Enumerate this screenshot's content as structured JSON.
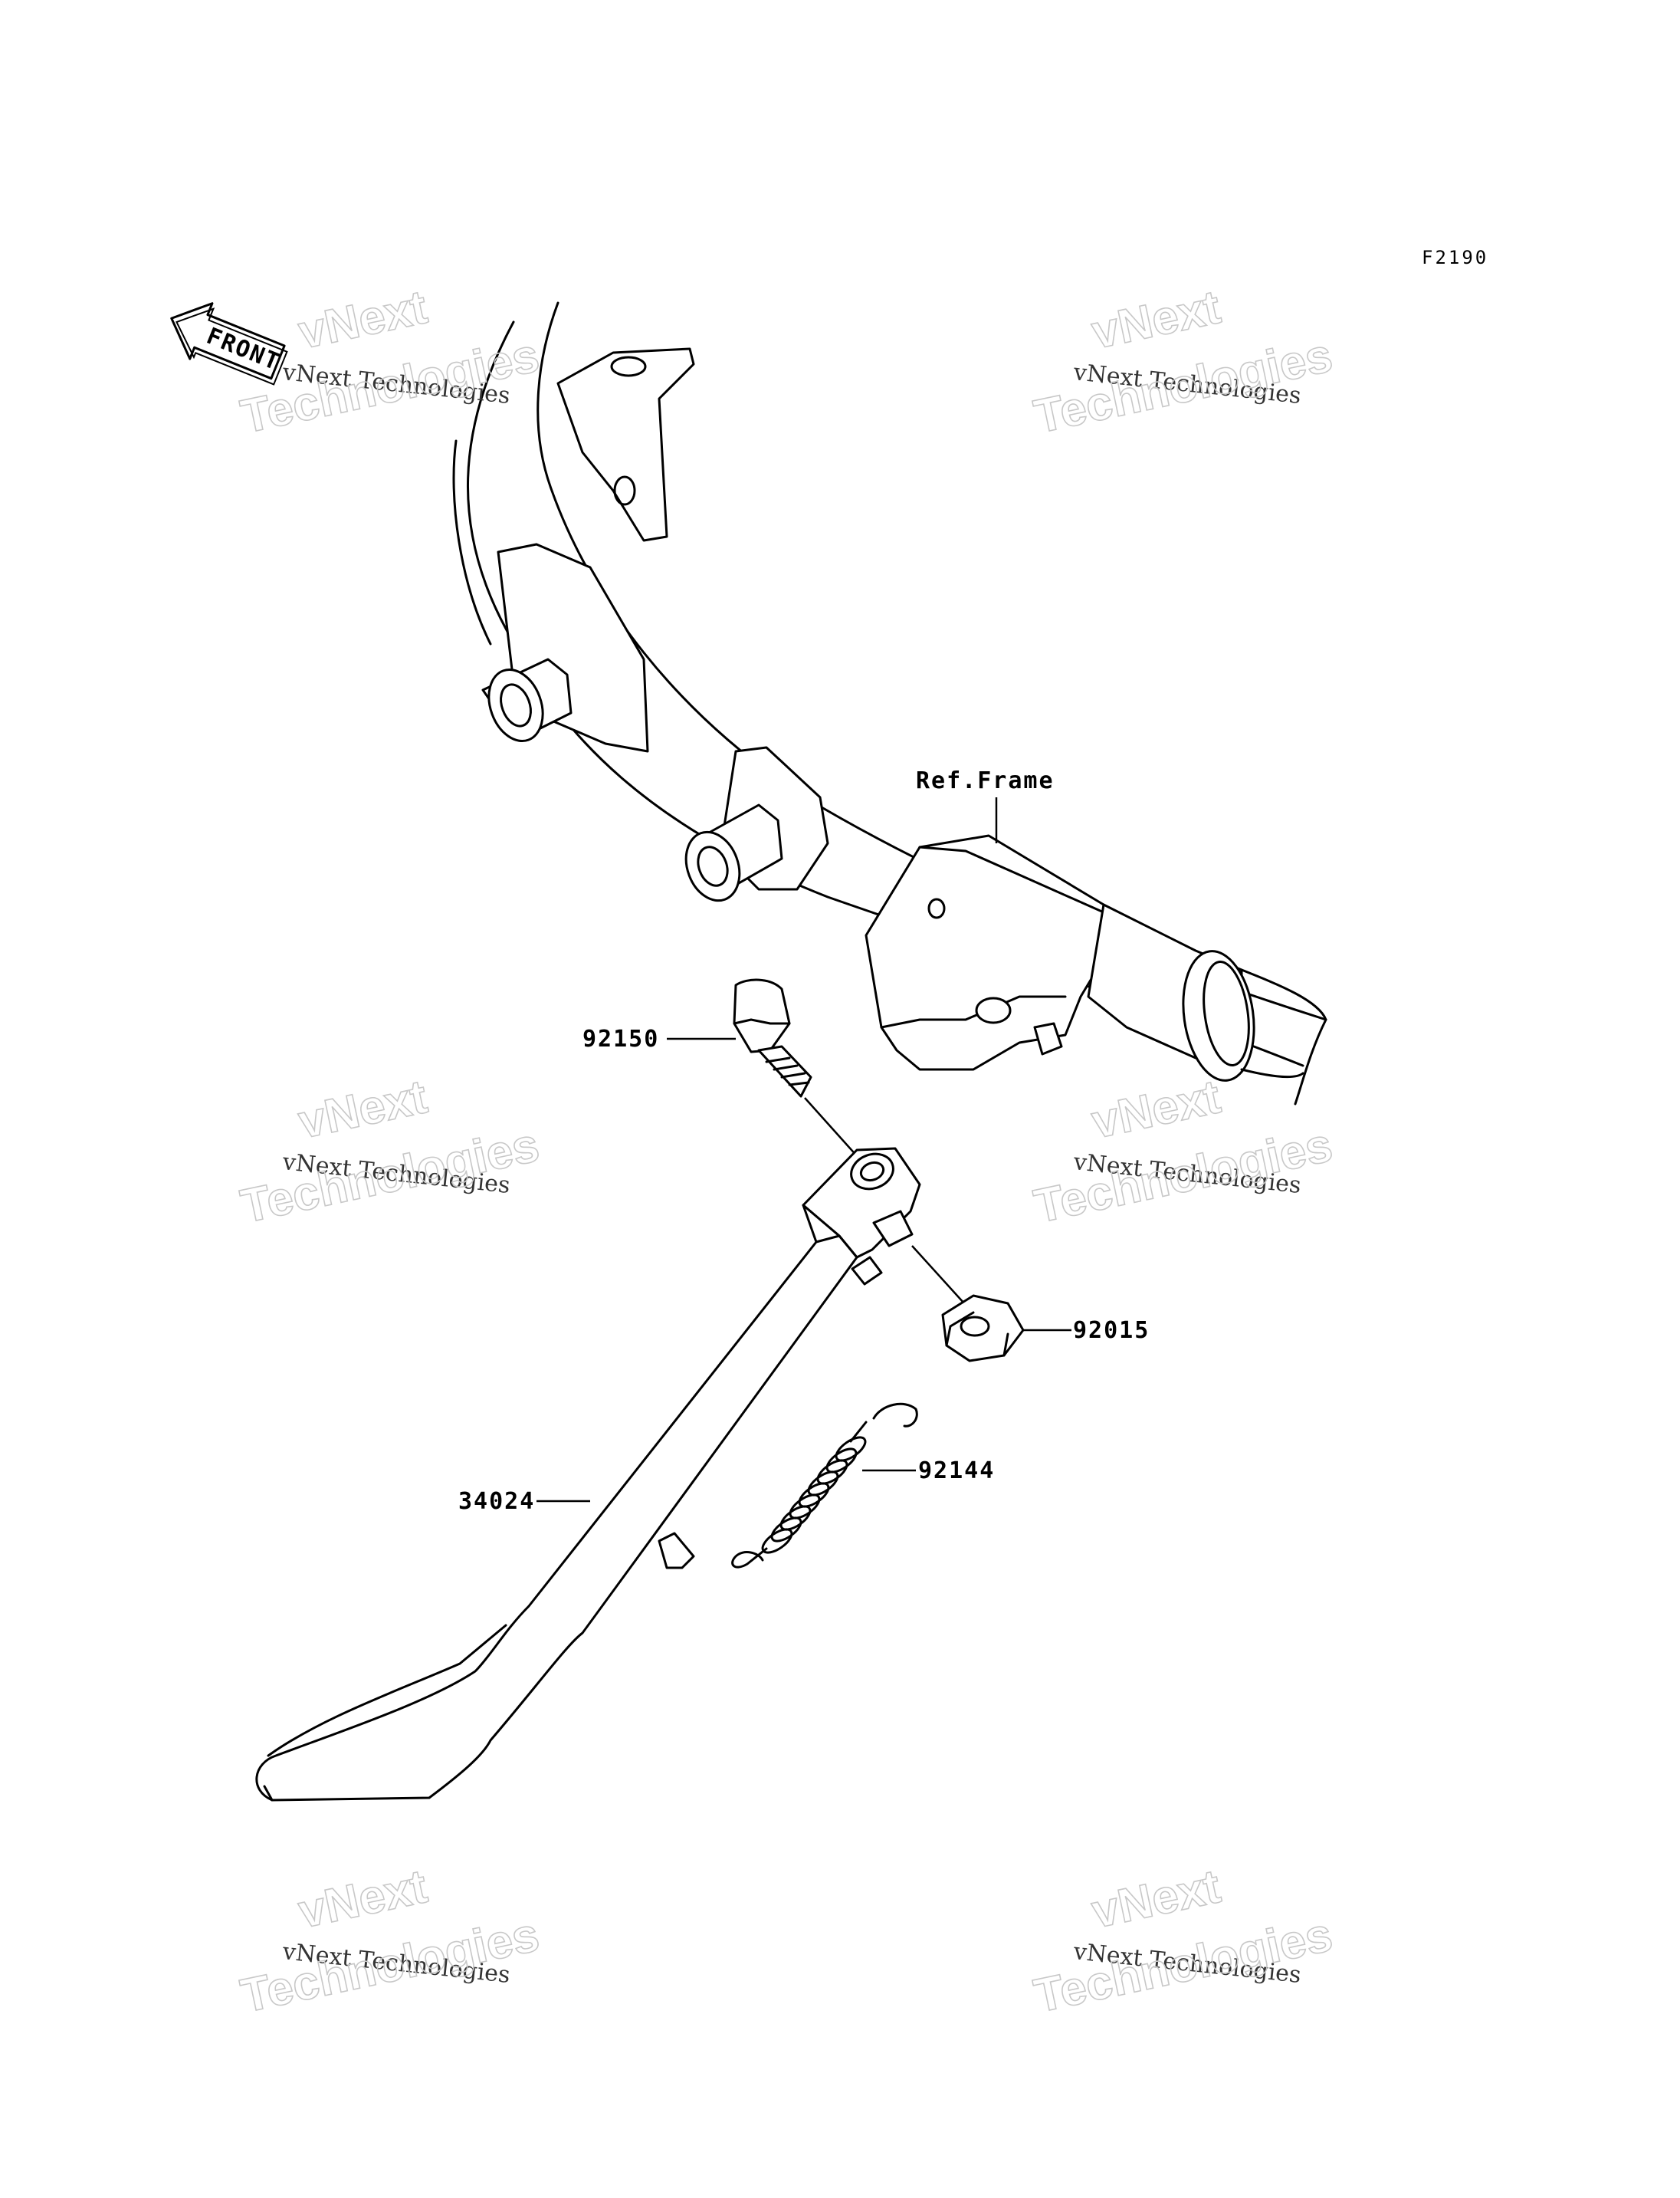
{
  "diagram": {
    "code": "F2190",
    "front_label": "FRONT",
    "ref_frame_label": "Ref.Frame",
    "callouts": [
      {
        "id": "bolt",
        "part": "92150"
      },
      {
        "id": "nut",
        "part": "92015"
      },
      {
        "id": "spring",
        "part": "92144"
      },
      {
        "id": "stand",
        "part": "34024"
      }
    ]
  },
  "watermark": {
    "brand": "vNext",
    "small": "vNext Technologies",
    "large": "Technologies"
  }
}
